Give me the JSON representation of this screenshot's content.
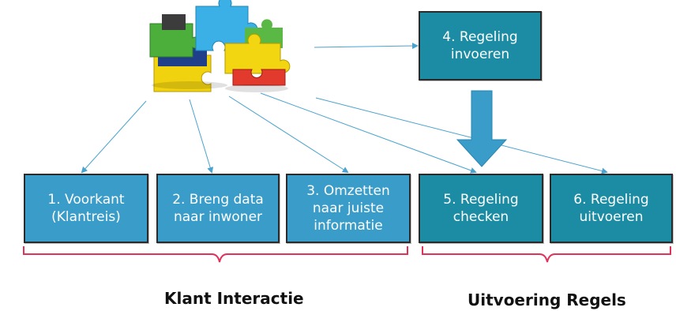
{
  "boxes": {
    "b1": {
      "label": "1.   Voorkant\n(Klantreis)"
    },
    "b2": {
      "label": "2. Breng data\nnaar inwoner"
    },
    "b3": {
      "label": "3. Omzetten\nnaar juiste\ninformatie"
    },
    "b4": {
      "label": "4. Regeling\ninvoeren"
    },
    "b5": {
      "label": "5. Regeling\nchecken"
    },
    "b6": {
      "label": "6. Regeling\nuitvoeren"
    }
  },
  "groups": {
    "klant": {
      "label": "Klant Interactie"
    },
    "uitvoering": {
      "label": "Uitvoering Regels"
    }
  },
  "colors": {
    "box_light": "#3a9cc8",
    "box_dark": "#1b8ca3",
    "brace": "#e0325a",
    "connector": "#4aa3cf",
    "big_arrow": "#3a9cc8"
  },
  "icons": {
    "puzzle": "puzzle-pieces-icon"
  }
}
